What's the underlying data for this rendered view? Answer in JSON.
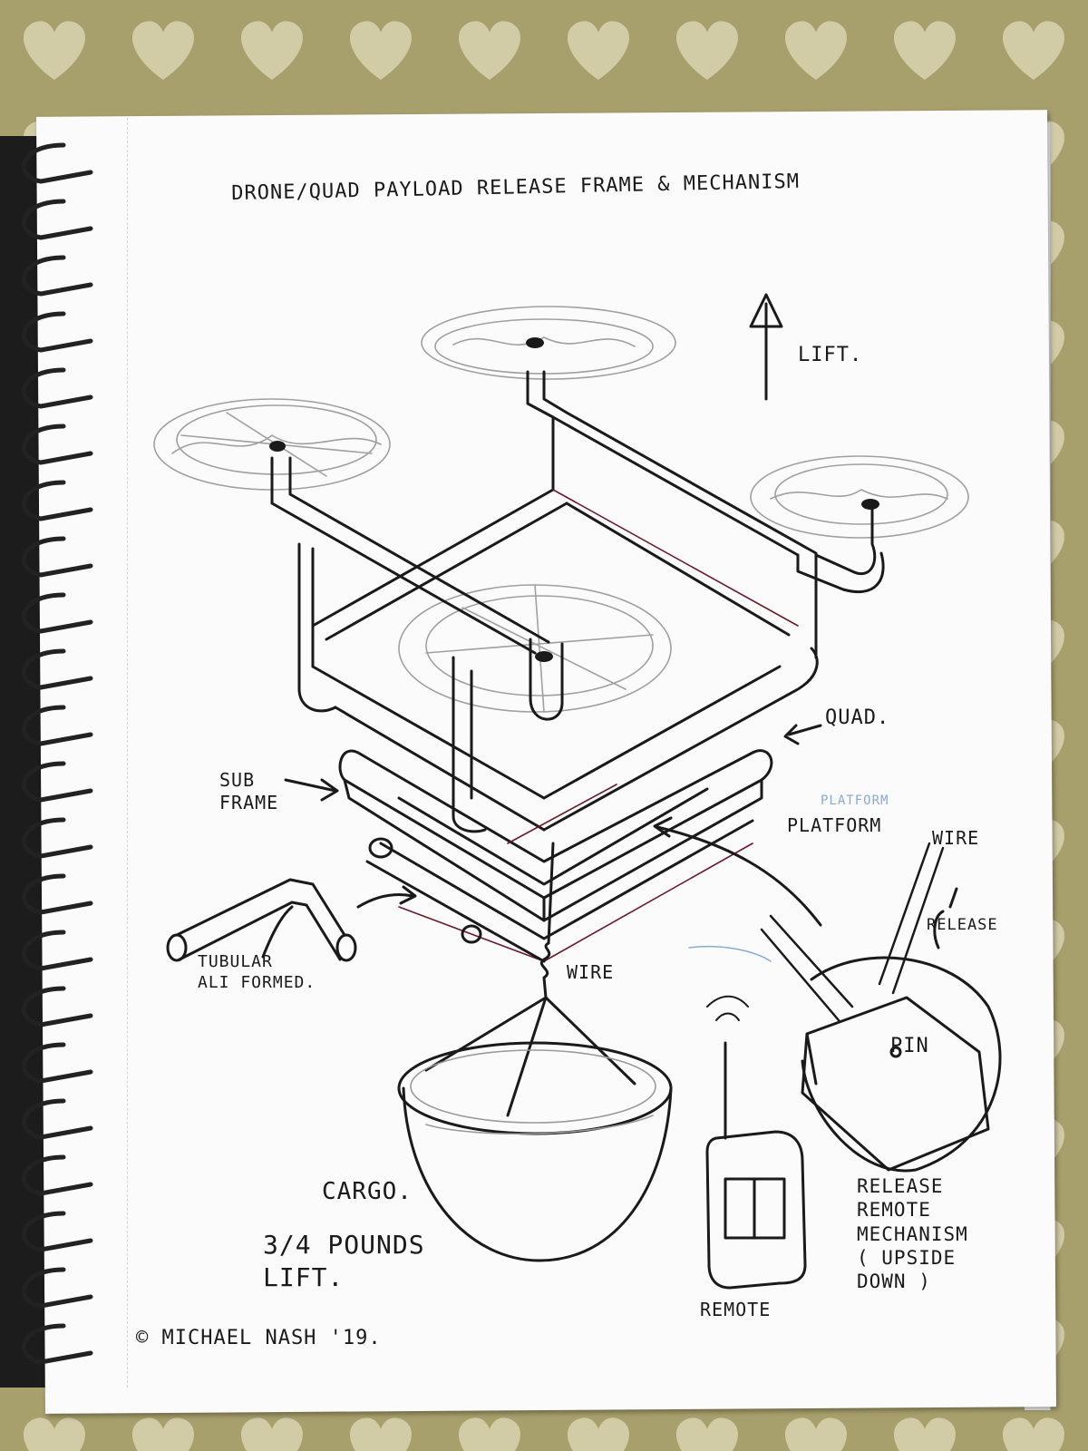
{
  "title": "DRONE/QUAD  PAYLOAD RELEASE FRAME & MECHANISM",
  "labels": {
    "lift": "LIFT.",
    "quad": "QUAD.",
    "sub_frame": "SUB\nFRAME",
    "platform": "PLATFORM",
    "platform_faint": "PLATFORM",
    "wire_top": "WIRE",
    "release": "RELEASE",
    "tubular": "TUBULAR\nALI FORMED.",
    "wire_bottom": "WIRE",
    "pin": "PIN",
    "cargo": "CARGO.",
    "pounds": "3/4 POUNDS\nLIFT.",
    "release_remote": "RELEASE\nREMOTE\nMECHANISM\n( UPSIDE\n  DOWN )",
    "remote": "REMOTE",
    "copyright": "© MICHAEL NASH '19."
  },
  "colors": {
    "paper": "#fbfbfb",
    "ink": "#1a1a1a",
    "pencil": "#9a9a9a",
    "fabric": "#a8a06c",
    "heart": "#d8d2b0"
  }
}
